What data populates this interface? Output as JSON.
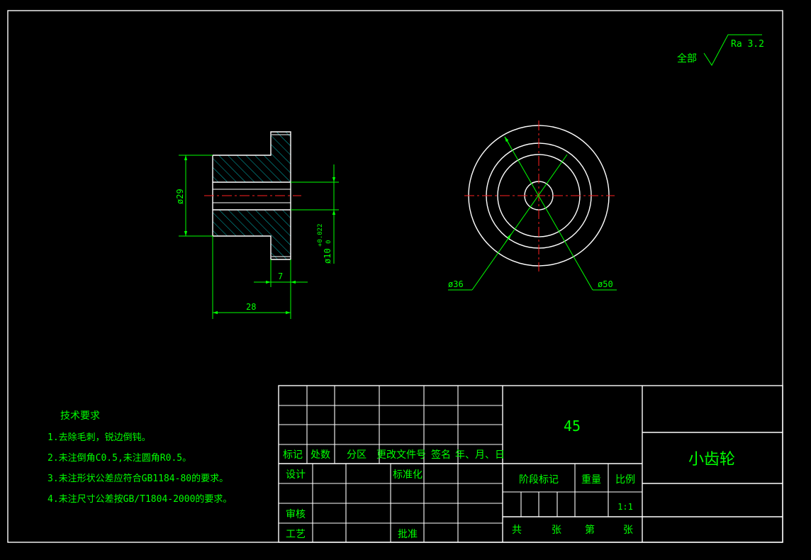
{
  "surface_finish": {
    "label": "全部",
    "value": "Ra 3.2"
  },
  "dimensions": {
    "d29": "ø29",
    "d10": "ø10",
    "tol_upper": "+0.022",
    "tol_lower": "0",
    "len7": "7",
    "len28": "28",
    "d36": "ø36",
    "d50": "ø50"
  },
  "tech_requirements": {
    "title": "技术要求",
    "items": [
      "1.去除毛刺，锐边倒钝。",
      "2.未注倒角C0.5,未注圆角R0.5。",
      "3.未注形状公差应符合GB1184-80的要求。",
      "4.未注尺寸公差按GB/T1804-2000的要求。"
    ]
  },
  "title_block": {
    "material": "45",
    "part_name": "小齿轮",
    "rev_headers": [
      "标记",
      "处数",
      "分区",
      "更改文件号",
      "签名",
      "年、月、日"
    ],
    "design": "设计",
    "standardize": "标准化",
    "review": "审核",
    "process": "工艺",
    "approve": "批准",
    "stage_mark": "阶段标记",
    "weight": "重量",
    "scale_label": "比例",
    "scale_value": "1:1",
    "sheets_total": "共",
    "sheets_unit1": "张",
    "sheet_no": "第",
    "sheets_unit2": "张"
  }
}
